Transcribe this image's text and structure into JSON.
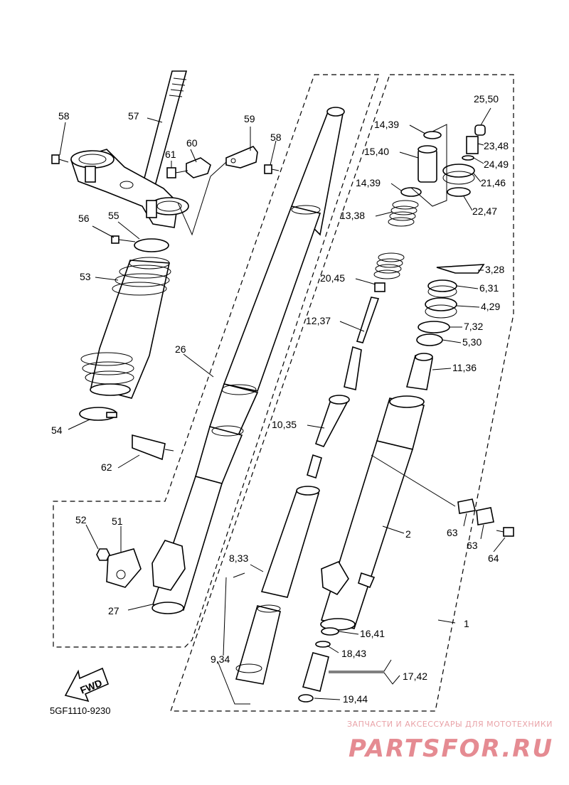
{
  "labels": {
    "p1": "1",
    "p2": "2",
    "p3_28": "3,28",
    "p4_29": "4,29",
    "p5_30": "5,30",
    "p6_31": "6,31",
    "p7_32": "7,32",
    "p8_33": "8,33",
    "p9_34": "9,34",
    "p10_35": "10,35",
    "p11_36": "11,36",
    "p12_37": "12,37",
    "p13_38": "13,38",
    "p14_39a": "14,39",
    "p14_39b": "14,39",
    "p15_40": "15,40",
    "p16_41": "16,41",
    "p17_42": "17,42",
    "p18_43": "18,43",
    "p19_44": "19,44",
    "p20_45": "20,45",
    "p21_46": "21,46",
    "p22_47": "22,47",
    "p23_48": "23,48",
    "p24_49": "24,49",
    "p25_50": "25,50",
    "p26": "26",
    "p27": "27",
    "p51": "51",
    "p52": "52",
    "p53": "53",
    "p54": "54",
    "p55": "55",
    "p56": "56",
    "p57": "57",
    "p58a": "58",
    "p58b": "58",
    "p59": "59",
    "p60": "60",
    "p61": "61",
    "p62": "62",
    "p63a": "63",
    "p63b": "63",
    "p64": "64"
  },
  "diagram_code": "5GF1110-9230",
  "fwd_label": "FWD",
  "watermark": {
    "subtitle": "ЗАПЧАСТИ И АКСЕССУАРЫ ДЛЯ МОТОТЕХНИКИ",
    "brand": "PARTSFOR.RU"
  },
  "colors": {
    "line": "#000000",
    "watermark": "#e58b92"
  }
}
